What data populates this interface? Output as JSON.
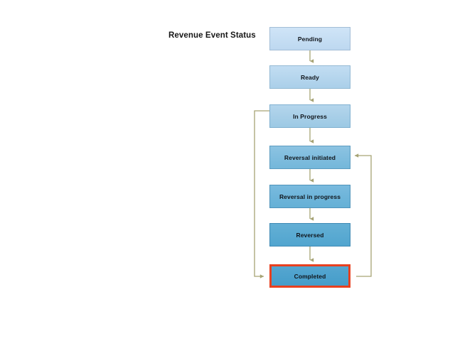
{
  "diagram": {
    "title": "Revenue Event Status",
    "background_color": "#ffffff",
    "connector_color": "#a6a374",
    "highlight_border_color": "#e8401f",
    "nodes": [
      {
        "id": "pending",
        "label": "Pending",
        "fill": "#c3dcf2",
        "border": "#a3bdd6",
        "highlighted": false
      },
      {
        "id": "ready",
        "label": "Ready",
        "fill": "#b4d6ee",
        "border": "#93b9d4",
        "highlighted": false
      },
      {
        "id": "in_progress",
        "label": "In Progress",
        "fill": "#a8cfe8",
        "border": "#7fb0d0",
        "highlighted": false
      },
      {
        "id": "reversal_initiated",
        "label": "Reversal initiated",
        "fill": "#7fbddf",
        "border": "#5c9cc0",
        "highlighted": false
      },
      {
        "id": "reversal_in_progress",
        "label": "Reversal in progress",
        "fill": "#6cb4d9",
        "border": "#4f93ba",
        "highlighted": false
      },
      {
        "id": "reversed",
        "label": "Reversed",
        "fill": "#56a9d0",
        "border": "#3f8ab4",
        "highlighted": false
      },
      {
        "id": "completed",
        "label": "Completed",
        "fill": "#4a9fca",
        "border": "#e8401f",
        "highlighted": true
      }
    ],
    "edges": [
      {
        "from": "pending",
        "to": "ready",
        "style": "straight-down"
      },
      {
        "from": "ready",
        "to": "in_progress",
        "style": "straight-down"
      },
      {
        "from": "in_progress",
        "to": "reversal_initiated",
        "style": "straight-down"
      },
      {
        "from": "reversal_initiated",
        "to": "reversal_in_progress",
        "style": "straight-down"
      },
      {
        "from": "reversal_in_progress",
        "to": "reversed",
        "style": "straight-down"
      },
      {
        "from": "reversed",
        "to": "completed",
        "style": "straight-down"
      },
      {
        "from": "in_progress",
        "to": "completed",
        "style": "left-loop"
      },
      {
        "from": "completed",
        "to": "reversal_initiated",
        "style": "right-loop"
      }
    ]
  }
}
